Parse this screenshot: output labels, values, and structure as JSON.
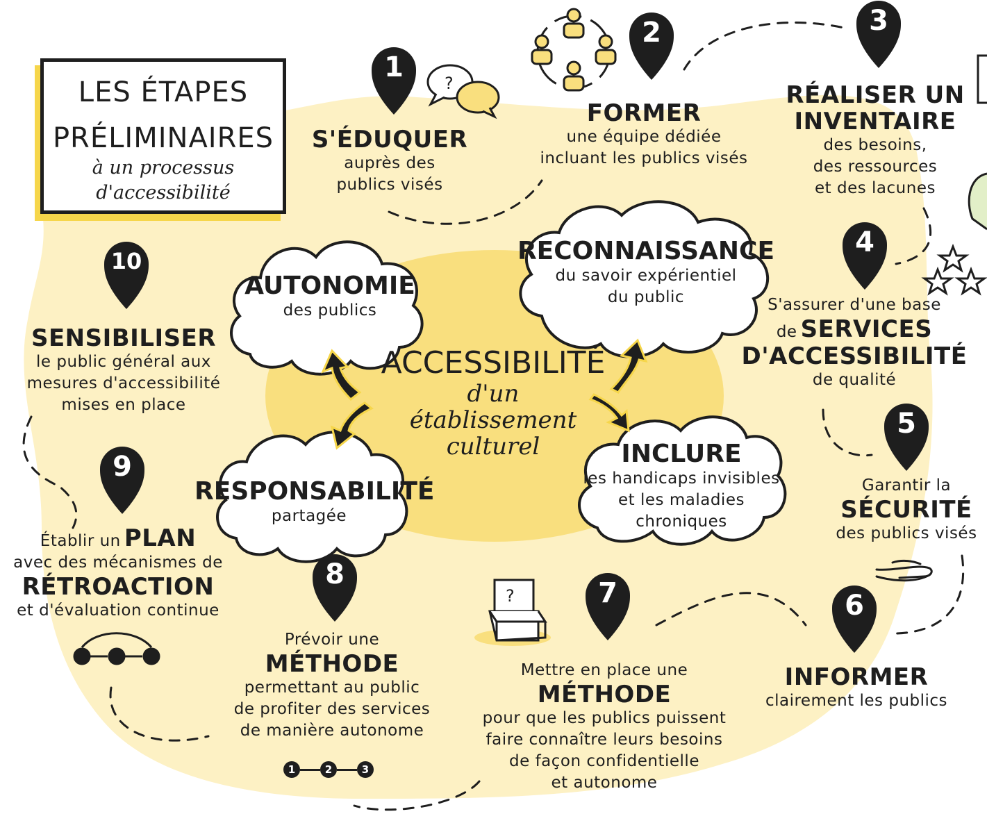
{
  "title": {
    "line1": "LES ÉTAPES",
    "line2": "PRÉLIMINAIRES",
    "sub1": "à un processus",
    "sub2": "d'accessibilité"
  },
  "center": {
    "title": "ACCESSIBILITÉ",
    "sub1": "d'un",
    "sub2": "établissement",
    "sub3": "culturel"
  },
  "clouds": {
    "autonomie": {
      "title": "AUTONOMIE",
      "text": "des publics"
    },
    "reconnaissance": {
      "title": "RECONNAISSANCE",
      "line1": "du savoir expérientiel",
      "line2": "du public"
    },
    "responsabilite": {
      "title": "RESPONSABILITÉ",
      "text": "partagée"
    },
    "inclure": {
      "title": "INCLURE",
      "line1": "les handicaps invisibles",
      "line2": "et les maladies",
      "line3": "chroniques"
    }
  },
  "steps": {
    "s1": {
      "num": "1",
      "title": "S'ÉDUQUER",
      "line1": "auprès des",
      "line2": "publics visés"
    },
    "s2": {
      "num": "2",
      "title": "FORMER",
      "line1": "une équipe dédiée",
      "line2": "incluant les publics visés"
    },
    "s3": {
      "num": "3",
      "title1": "RÉALISER UN",
      "title2": "INVENTAIRE",
      "line1": "des besoins,",
      "line2": "des ressources",
      "line3": "et des lacunes"
    },
    "s4": {
      "num": "4",
      "line1": "S'assurer d'une base",
      "pre": "de",
      "title1": "SERVICES",
      "title2": "D'ACCESSIBILITÉ",
      "line2": "de qualité"
    },
    "s5": {
      "num": "5",
      "line1": "Garantir la",
      "title": "SÉCURITÉ",
      "line2": "des publics visés"
    },
    "s6": {
      "num": "6",
      "title": "INFORMER",
      "line1": "clairement les publics"
    },
    "s7": {
      "num": "7",
      "line0": "Mettre en place une",
      "title": "MÉTHODE",
      "line1": "pour que les publics puissent",
      "line2": "faire connaître leurs besoins",
      "line3": "de façon confidentielle",
      "line4": "et autonome"
    },
    "s8": {
      "num": "8",
      "line0": "Prévoir une",
      "title": "MÉTHODE",
      "line1": "permettant au public",
      "line2": "de profiter des services",
      "line3": "de manière autonome"
    },
    "s9": {
      "num": "9",
      "pre": "Établir un",
      "title1": "PLAN",
      "line1": "avec des mécanismes de",
      "title2": "RÉTROACTION",
      "line2": "et d'évaluation continue"
    },
    "s10": {
      "num": "10",
      "title": "SENSIBILISER",
      "line1": "le public général aux",
      "line2": "mesures d'accessibilité",
      "line3": "mises en place"
    }
  },
  "steps_icon_numbers": [
    "1",
    "2",
    "3"
  ],
  "colors": {
    "yellow_light": "#fdf1c4",
    "yellow_mid": "#f9df7e",
    "yellow_accent": "#f6d64b",
    "ink": "#1e1e1e"
  }
}
